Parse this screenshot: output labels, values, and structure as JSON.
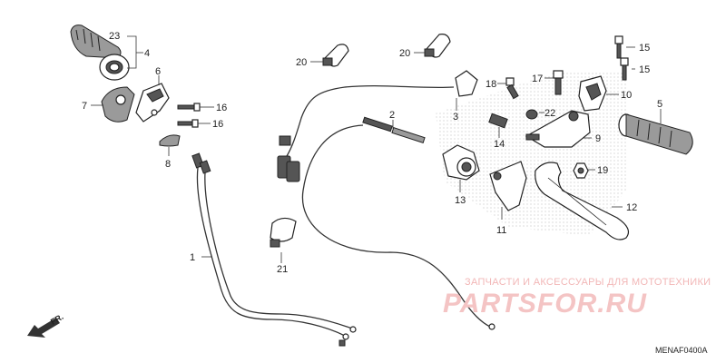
{
  "diagram_code": "MENAF0400A",
  "direction_label": "FR.",
  "watermark": {
    "subtitle": "ЗАПЧАСТИ И АКСЕССУАРЫ ДЛЯ МОТОТЕХНИКИ",
    "logo": "PARTSFOR.RU"
  },
  "callouts": {
    "p23": "23",
    "p4": "4",
    "p6": "6",
    "p7": "7",
    "p16a": "16",
    "p16b": "16",
    "p8": "8",
    "p1": "1",
    "p20a": "20",
    "p20b": "20",
    "p3": "3",
    "p2": "2",
    "p21": "21",
    "p15a": "15",
    "p15b": "15",
    "p17": "17",
    "p18": "18",
    "p10": "10",
    "p5": "5",
    "p22": "22",
    "p14": "14",
    "p9": "9",
    "p19": "19",
    "p13": "13",
    "p11": "11",
    "p12": "12"
  }
}
